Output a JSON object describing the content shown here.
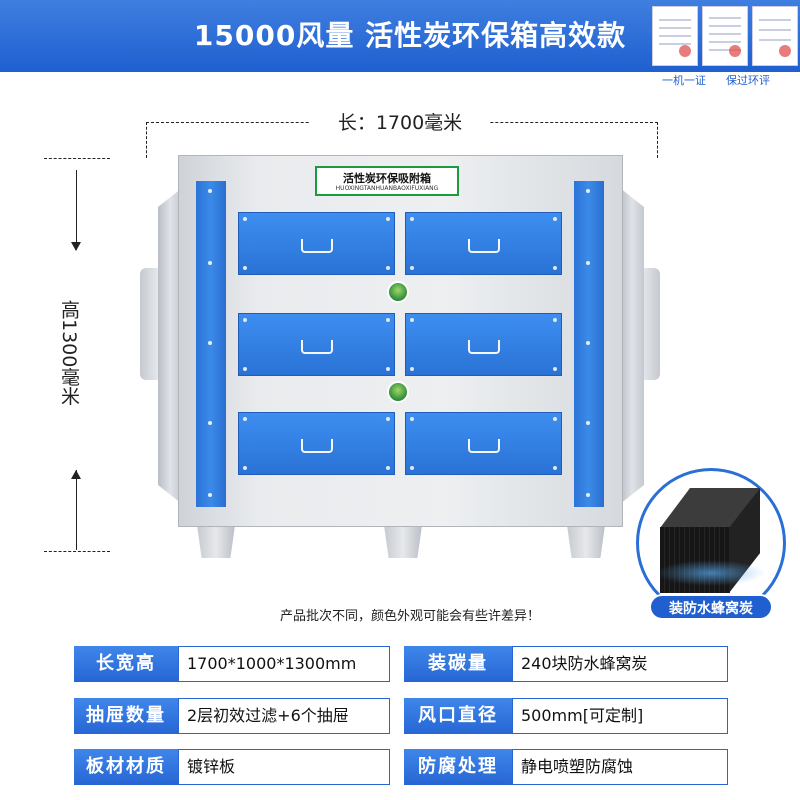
{
  "header": {
    "title": "15000风量 活性炭环保箱高效款",
    "certificates": [
      "一机一证",
      "保过环评"
    ]
  },
  "dimensions": {
    "length": "长：1700毫米",
    "height": "高1300毫米"
  },
  "machine": {
    "plate_cn": "活性炭环保吸附箱",
    "plate_en": "HUOXINGTANHUANBAOXIFUXIANG"
  },
  "carbon": {
    "label": "装防水蜂窝炭"
  },
  "disclaimer": "产品批次不同，颜色外观可能会有些许差异！",
  "specs": [
    {
      "key": "长宽高",
      "value": "1700*1000*1300mm"
    },
    {
      "key": "装碳量",
      "value": "240块防水蜂窝炭"
    },
    {
      "key": "抽屉数量",
      "value": "2层初效过滤+6个抽屉"
    },
    {
      "key": "风口直径",
      "value": "500mm[可定制]"
    },
    {
      "key": "板材材质",
      "value": "镀锌板"
    },
    {
      "key": "防腐处理",
      "value": "静电喷塑防腐蚀"
    }
  ],
  "colors": {
    "brand_blue": "#1f5fd0",
    "drawer_blue": "#2a72d6",
    "plate_green": "#1e9a3e"
  }
}
